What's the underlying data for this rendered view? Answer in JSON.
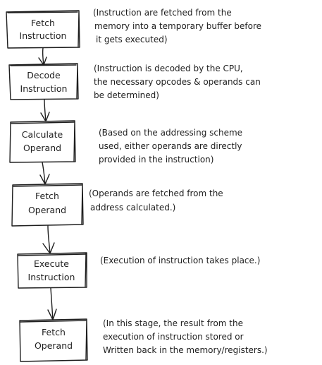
{
  "steps": [
    {
      "label": [
        "Fetch",
        "Instruction"
      ],
      "note": [
        "(Instruction are fetched from the",
        "memory into a temporary buffer before",
        "it gets executed)"
      ]
    },
    {
      "label": [
        "Decode",
        "Instruction"
      ],
      "note": [
        "(Instruction is decoded by the CPU,",
        "the necessary opcodes & operands can",
        "be determined)"
      ]
    },
    {
      "label": [
        "Calculate",
        "Operand"
      ],
      "note": [
        "(Based on the addressing scheme",
        "used, either operands are directly",
        "provided in the instruction)"
      ]
    },
    {
      "label": [
        "Fetch",
        "Operand"
      ],
      "note": [
        "(Operands are fetched from the",
        "address calculated.)"
      ]
    },
    {
      "label": [
        "Execute",
        "Instruction"
      ],
      "note": [
        "(Execution of instruction takes place.)"
      ]
    },
    {
      "label": [
        "Fetch",
        "Operand"
      ],
      "note": [
        "(In this stage, the result from the",
        "execution of instruction stored or",
        "Written back in the memory/registers.)"
      ]
    }
  ]
}
